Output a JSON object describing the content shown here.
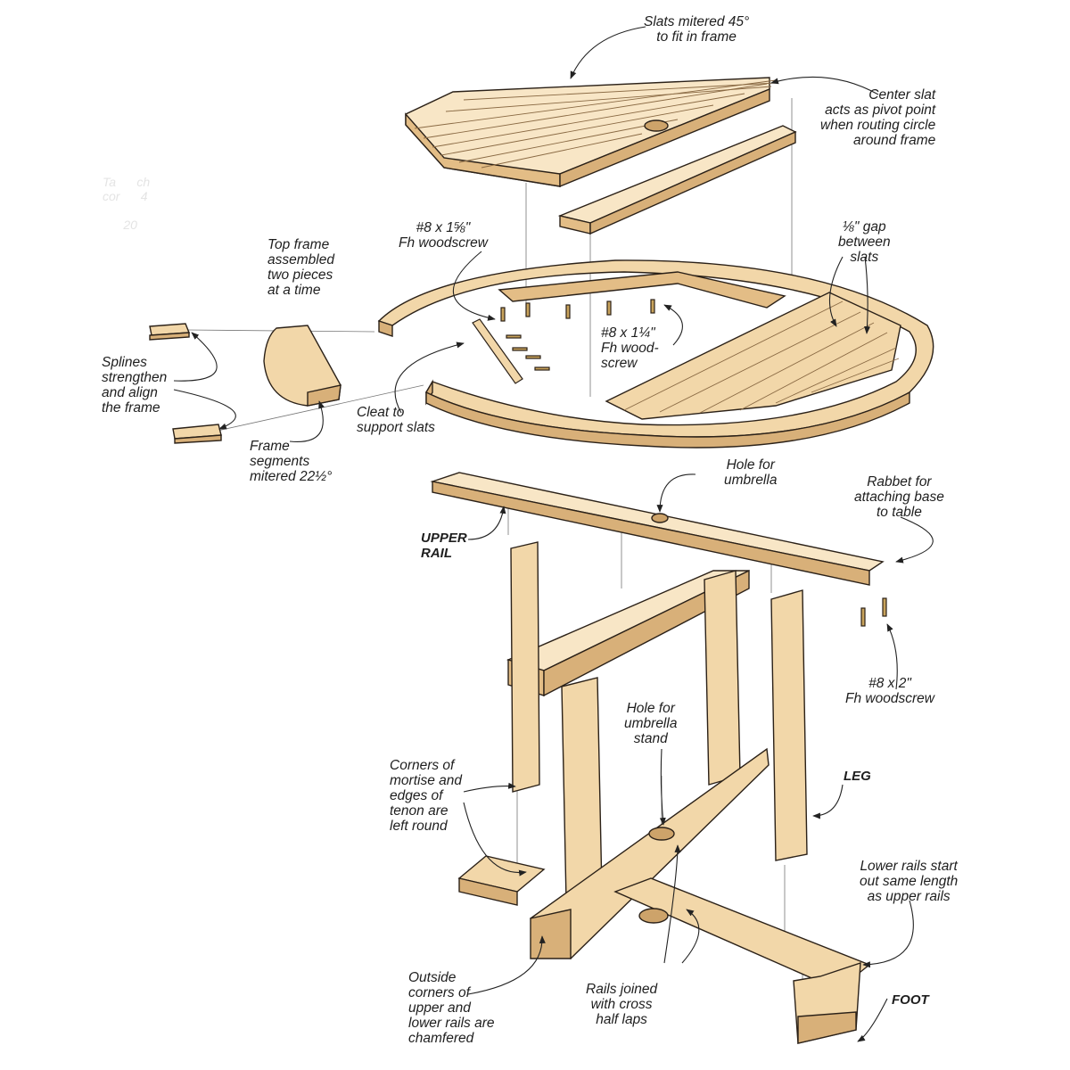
{
  "colors": {
    "wood": "#f2d7a9",
    "wood_light": "#f8e6c6",
    "wood_dark": "#d8b079",
    "ink": "#2b2118",
    "leader": "#333333"
  },
  "labels": {
    "slats_mitered": "Slats mitered 45°\nto fit in frame",
    "center_slat": "Center slat\nacts as pivot point\nwhen routing circle\naround frame",
    "ghost_note": "Ta      ch\ncor      4\n\n      20",
    "woodscrew_158": "#8 x 1⅝\"\nFh woodscrew",
    "gap_between_slats": "⅛\" gap\nbetween\nslats",
    "top_frame_assembled": "Top frame\nassembled\ntwo pieces\nat a time",
    "woodscrew_114": "#8 x 1¼\"\nFh wood-\nscrew",
    "splines": "Splines\nstrengthen\nand align\nthe frame",
    "cleat": "Cleat to\nsupport slats",
    "frame_segments": "Frame\nsegments\nmitered 22½°",
    "hole_umbrella": "Hole for\numbrella",
    "rabbet": "Rabbet for\nattaching base\nto table",
    "upper_rail": "UPPER\nRAIL",
    "woodscrew_2": "#8 x 2\"\nFh woodscrew",
    "hole_umbrella_stand": "Hole for\numbrella\nstand",
    "corners_mortise": "Corners of\nmortise and\nedges of\ntenon are\nleft round",
    "leg": "LEG",
    "lower_rails": "Lower rails start\nout same length\nas upper rails",
    "outside_corners": "Outside\ncorners of\nupper and\nlower rails are\nchamfered",
    "rails_joined": "Rails joined\nwith cross\nhalf laps",
    "foot": "FOOT"
  }
}
